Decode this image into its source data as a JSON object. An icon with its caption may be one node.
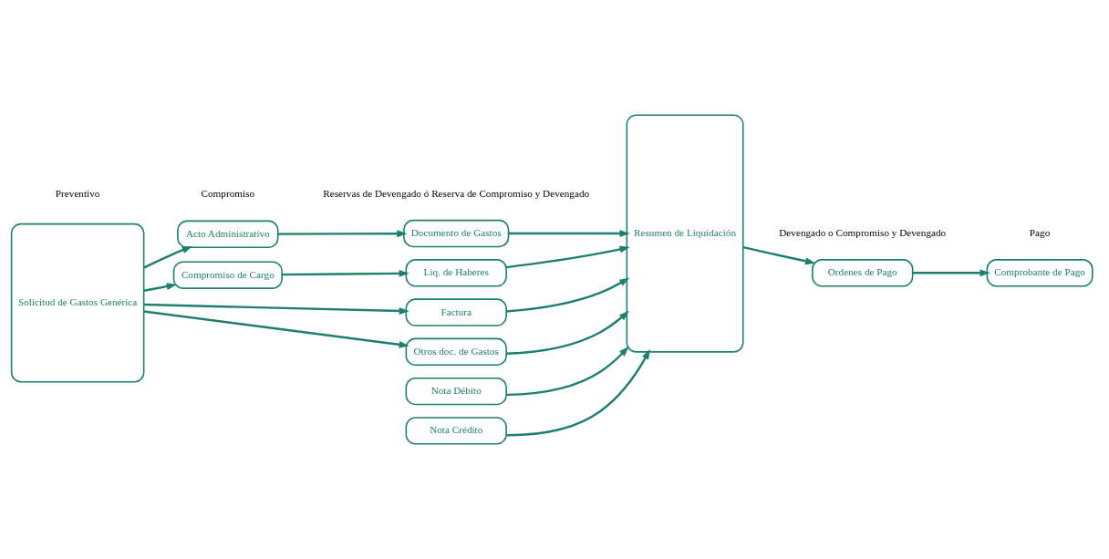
{
  "diagram": {
    "nodes": [
      {
        "text": [
          "Solicitud de Gastos Genérica"
        ]
      },
      {
        "text": [
          "Acto Administrativo"
        ]
      },
      {
        "text": [
          "Compromiso de Cargo"
        ]
      },
      {
        "text": [
          "Documento de Gastos"
        ]
      },
      {
        "text": [
          "Liq. de Haberes"
        ]
      },
      {
        "text": [
          "Factura"
        ]
      },
      {
        "text": [
          "Otros doc. de Gastos"
        ]
      },
      {
        "text": [
          "Nota Débito"
        ]
      },
      {
        "text": [
          "Nota Crédito"
        ]
      },
      {
        "text": [
          "Resumen de Liquidación"
        ]
      },
      {
        "text": [
          "Ordenes de Pago"
        ]
      },
      {
        "text": [
          "Comprobante de Pago"
        ]
      }
    ],
    "edges": [
      {
        "from": 0,
        "to": 1,
        "arrow": "to"
      },
      {
        "from": 0,
        "to": 2,
        "arrow": "to"
      },
      {
        "from": 1,
        "to": 3,
        "arrow": "to"
      },
      {
        "from": 2,
        "to": 4,
        "arrow": "to"
      },
      {
        "from": 0,
        "to": 5,
        "arrow": "to"
      },
      {
        "from": 0,
        "to": 6,
        "arrow": "to"
      },
      {
        "from": 3,
        "to": 9,
        "arrow": "to"
      },
      {
        "from": 4,
        "to": 9,
        "arrow": "to"
      },
      {
        "from": 5,
        "to": 9,
        "arrow": "to"
      },
      {
        "from": 6,
        "to": 9,
        "arrow": "to"
      },
      {
        "from": 7,
        "to": 9,
        "arrow": "to"
      },
      {
        "from": 8,
        "to": 9,
        "arrow": "to"
      },
      {
        "from": 9,
        "to": 10,
        "arrow": "to"
      },
      {
        "from": 10,
        "to": 11,
        "arrow": "to"
      }
    ],
    "labels": [
      "Preventivo",
      "Compromiso",
      "Reservas de Devengado ó Reserva de Compromiso y Devengado",
      "Devengado o Compromiso y Devengado",
      "Pago"
    ]
  }
}
